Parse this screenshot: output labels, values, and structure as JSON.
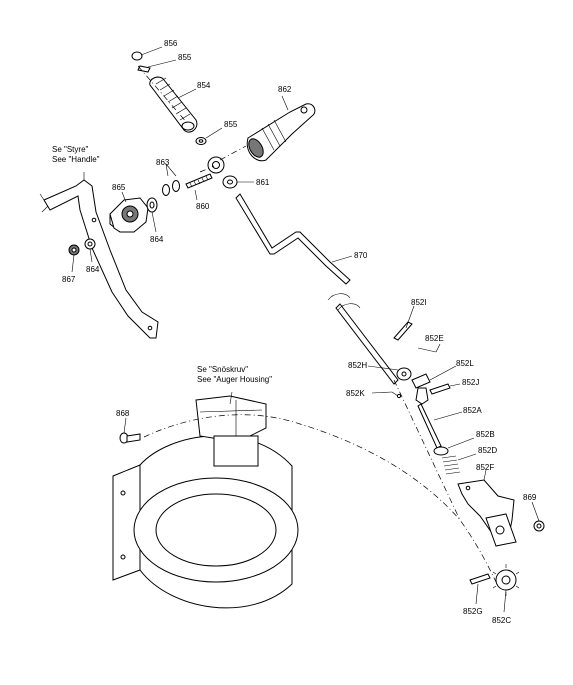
{
  "notes": {
    "handle": [
      "Se \"Styre\"",
      "See \"Handle\""
    ],
    "auger": [
      "Se \"Snöskruv\"",
      "See \"Auger Housing\""
    ]
  },
  "labels": [
    {
      "id": "856",
      "text": "856"
    },
    {
      "id": "855a",
      "text": "855"
    },
    {
      "id": "854",
      "text": "854"
    },
    {
      "id": "862",
      "text": "862"
    },
    {
      "id": "855b",
      "text": "855"
    },
    {
      "id": "863",
      "text": "863"
    },
    {
      "id": "865",
      "text": "865"
    },
    {
      "id": "861",
      "text": "861"
    },
    {
      "id": "860",
      "text": "860"
    },
    {
      "id": "864a",
      "text": "864"
    },
    {
      "id": "864b",
      "text": "864"
    },
    {
      "id": "867",
      "text": "867"
    },
    {
      "id": "870",
      "text": "870"
    },
    {
      "id": "852I",
      "text": "852I"
    },
    {
      "id": "852E",
      "text": "852E"
    },
    {
      "id": "852H",
      "text": "852H"
    },
    {
      "id": "852L",
      "text": "852L"
    },
    {
      "id": "852J",
      "text": "852J"
    },
    {
      "id": "852K",
      "text": "852K"
    },
    {
      "id": "852A",
      "text": "852A"
    },
    {
      "id": "868",
      "text": "868"
    },
    {
      "id": "852B",
      "text": "852B"
    },
    {
      "id": "852D",
      "text": "852D"
    },
    {
      "id": "852F",
      "text": "852F"
    },
    {
      "id": "869",
      "text": "869"
    },
    {
      "id": "852G",
      "text": "852G"
    },
    {
      "id": "852C",
      "text": "852C"
    }
  ]
}
